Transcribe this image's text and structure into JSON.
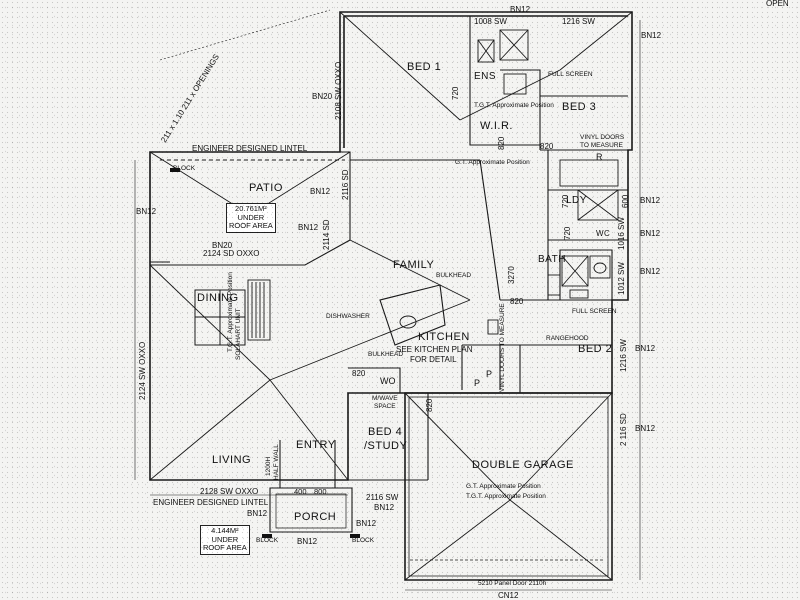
{
  "rooms": {
    "bed1": "BED 1",
    "ens": "ENS",
    "bed3": "BED 3",
    "wir": "W.I.R.",
    "patio": "PATIO",
    "family": "FAMILY",
    "dining": "DINING",
    "kitchen": "KITCHEN",
    "bed2": "BED 2",
    "bed4_line1": "BED 4",
    "bed4_line2": "/STUDY",
    "living": "LIVING",
    "entry": "ENTRY",
    "porch": "PORCH",
    "garage": "DOUBLE GARAGE",
    "bath": "BATH",
    "ldy": "LDY",
    "wc": "WC"
  },
  "notes": {
    "openings": "211 x 1.10  211 x OPENINGS",
    "ope": "OPEN",
    "engineer_top": "ENGINEER DESIGNED LINTEL",
    "engineer_bottom": "ENGINEER DESIGNED LINTEL",
    "patio_area_1": "20.761M²",
    "patio_area_2": "UNDER",
    "patio_area_3": "ROOF AREA",
    "porch_area_1": "4.144M²",
    "porch_area_2": "UNDER",
    "porch_area_3": "ROOF AREA",
    "full_screen_1": "FULL SCREEN",
    "full_screen_2": "FULL SCREEN",
    "tgt_approx_1": "T.G.T. Approximate Position",
    "gt_approx_1": "G.T. Approximate Position",
    "vinyl_doors_1": "VINYL DOORS",
    "vinyl_doors_2": "TO MEASURE",
    "bulkhead_1": "BULKHEAD",
    "bulkhead_2": "BULKHEAD",
    "dishwasher": "DISHWASHER",
    "see_kitchen_1": "SEE KITCHEN PLAN",
    "see_kitchen_2": "FOR DETAIL",
    "rangehood": "RANGEHOOD",
    "mwave_1": "M/WAVE",
    "mwave_2": "SPACE",
    "wo": "WO",
    "pantry_p1": "P",
    "pantry_p2": "P",
    "r": "R",
    "gt_garage": "G.T. Approximate Position",
    "tgt_garage": "T.G.T. Approximate Position",
    "panel_door": "5210 Panel Door 2110h",
    "block_1": "BLOCK",
    "block_2": "BLOCK",
    "block_3": "BLOCK",
    "half_wall_1": "1200H",
    "half_wall_2": "HALF WALL",
    "solahart": "SOLAHART UNIT",
    "tgt_dining": "T.G.T. Approximate Position",
    "ovens": "VINYL DOORS TO MEASURE",
    "entry_400": "400",
    "entry_800": "800"
  },
  "dimensions": {
    "d1008": "1008 SW",
    "d1216_top": "1216 SW",
    "d2108": "2108 SW OXXO",
    "d2116_sd": "2116 SD",
    "d2114_sd": "2114 SD",
    "d2124": "2124 SD OXXO",
    "d2124_sw": "2124 SW OXXO",
    "d2128": "2128 SW OXXO",
    "d2116_sw": "2116 SW",
    "d720_a": "720",
    "d720_b": "720",
    "d720_c": "720",
    "d820_a": "820",
    "d820_b": "820",
    "d820_c": "820",
    "d820_d": "820",
    "d820_e": "820",
    "d1012": "1012 SW",
    "d1016": "1016 SW",
    "d1216_r": "1216 SW",
    "d2116_r": "2 116 SD",
    "d600": "600",
    "d3270": "3270"
  },
  "beams": {
    "bn12_top": "BN12",
    "bn12_tr": "BN12",
    "bn20_a": "BN20",
    "bn12_left": "BN12",
    "bn12_patio_a": "BN12",
    "bn12_patio_b": "BN12",
    "bn20_b": "BN20",
    "bn12_r1": "BN12",
    "bn12_r2": "BN12",
    "bn12_r3": "BN12",
    "bn12_r4": "BN12",
    "bn12_r5": "BN12",
    "bn12_bl": "BN12",
    "bn12_porch_a": "BN12",
    "bn12_porch_b": "BN12",
    "bn12_porch_c": "BN12",
    "bn12_bottom": "CN12"
  }
}
